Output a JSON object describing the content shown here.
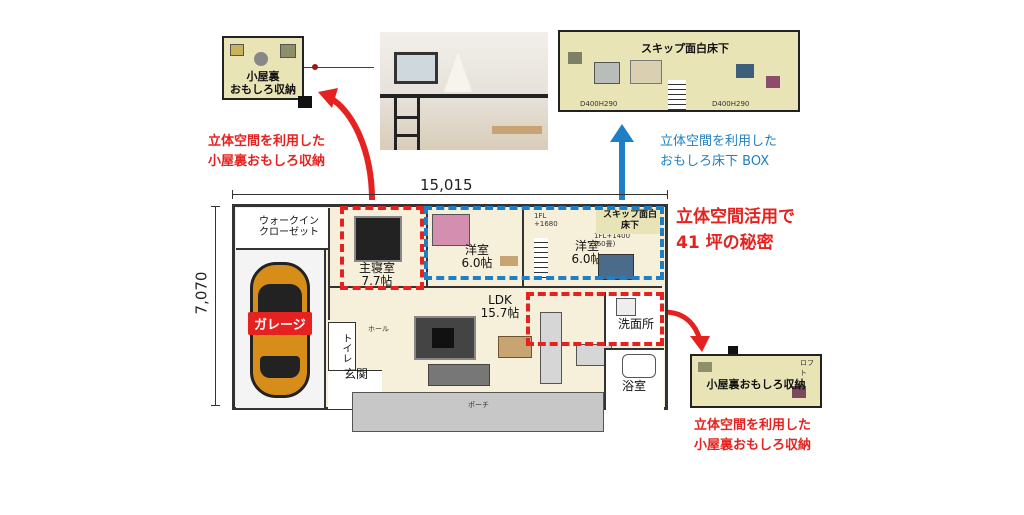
{
  "dimensions": {
    "width_label": "15,015",
    "depth_label": "7,070"
  },
  "callouts": {
    "top_left_line1": "立体空間を利用した",
    "top_left_line2": "小屋裏おもしろ収納",
    "top_right_line1": "立体空間を利用した",
    "top_right_line2": "おもしろ床下 BOX",
    "bottom_right_line1": "立体空間を利用した",
    "bottom_right_line2": "小屋裏おもしろ収納",
    "headline_line1": "立体空間活用で",
    "headline_line2": "41 坪の秘密"
  },
  "thumbnails": {
    "attic_top_left_line1": "小屋裏",
    "attic_top_left_line2": "おもしろ収納",
    "skip_floor": "スキップ面白床下",
    "attic_bottom_right": "小屋裏おもしろ収納",
    "loft_small": "ロフト",
    "skip_under_1": "D400H290",
    "skip_under_2": "D400H290"
  },
  "rooms": {
    "walkin_line1": "ウォークイン",
    "walkin_line2": "クローゼット",
    "master_line1": "主寝室",
    "master_line2": "7.7帖",
    "western1_line1": "洋室",
    "western1_line2": "6.0帖",
    "western2_line1": "洋室",
    "western2_line2": "6.0帖",
    "skip_line1": "スキップ面白",
    "skip_line2": "床下",
    "ldk_line1": "LDK",
    "ldk_line2": "15.7帖",
    "washroom": "洗面所",
    "bath": "浴室",
    "entrance": "玄関",
    "toilet": "トイレ",
    "hall": "ホール",
    "porch": "ポーチ",
    "floor_note1": "1FL",
    "floor_note2": "+1680",
    "floor_note3": "1FL+1400",
    "floor_note4": "(60畳)"
  },
  "garage": {
    "label": "ガレージ"
  },
  "colors": {
    "red": "#e5221f",
    "blue": "#1e7fc4",
    "floor": "#f6efd9",
    "wall": "#333333"
  }
}
